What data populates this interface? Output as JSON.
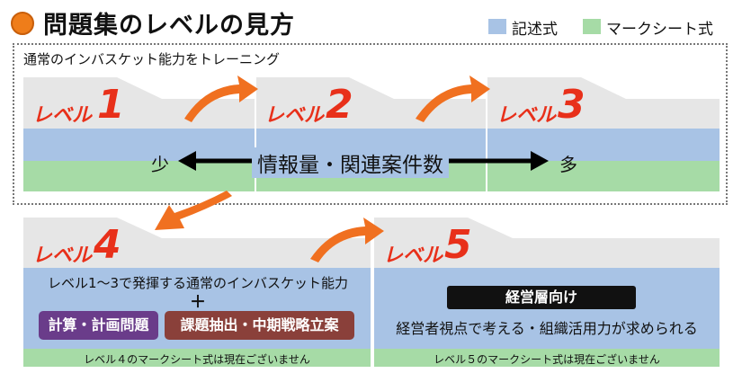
{
  "header": {
    "title": "問題集のレベルの見方",
    "legend": [
      {
        "label": "記述式",
        "color": "#a8c3e5"
      },
      {
        "label": "マークシート式",
        "color": "#a6dba6"
      }
    ]
  },
  "training": {
    "caption": "通常のインバスケット能力をトレーニング",
    "axis": {
      "left": "少",
      "center": "情報量・関連案件数",
      "right": "多"
    }
  },
  "levels": [
    {
      "label": "レベル",
      "number": "1"
    },
    {
      "label": "レベル",
      "number": "2"
    },
    {
      "label": "レベル",
      "number": "3"
    },
    {
      "label": "レベル",
      "number": "4"
    },
    {
      "label": "レベル",
      "number": "5"
    }
  ],
  "level4": {
    "description": "レベル1～3で発揮する通常のインバスケット能力",
    "plus": "＋",
    "tags": [
      "計算・計画問題",
      "課題抽出・中期戦略立案"
    ],
    "note": "レベル４のマークシート式は現在ございません"
  },
  "level5": {
    "tag": "経営層向け",
    "description": "経営者視点で考える・組織活用力が求められる",
    "note": "レベル５のマークシート式は現在ございません"
  },
  "colors": {
    "accent_red": "#e8301a",
    "arrow_orange": "#f07020",
    "card_gray": "#e6e6e6",
    "blue_band": "#a8c3e5",
    "green_band": "#a6dba6"
  }
}
